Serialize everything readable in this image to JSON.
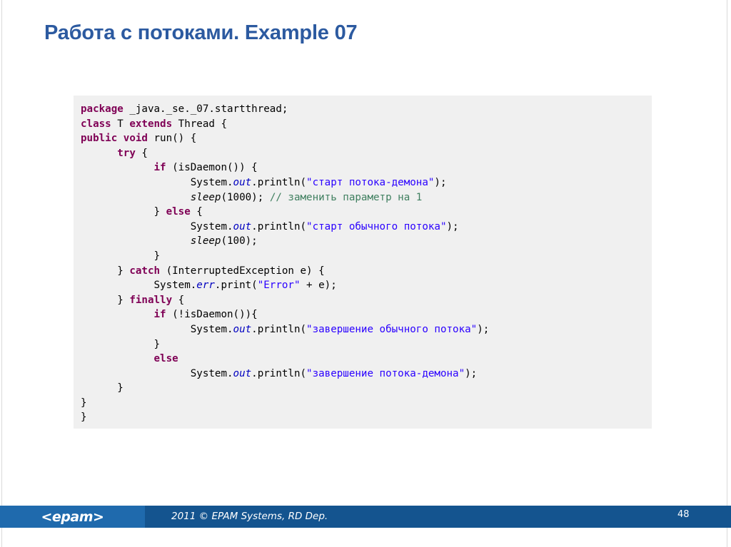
{
  "slide": {
    "title": "Работа с потоками. Example 07",
    "code_lines": [
      [
        {
          "t": "package",
          "c": "kw"
        },
        {
          "t": " _java._se._07.startthread;"
        }
      ],
      [
        {
          "t": "class",
          "c": "kw"
        },
        {
          "t": " T "
        },
        {
          "t": "extends",
          "c": "kw"
        },
        {
          "t": " Thread {"
        }
      ],
      [
        {
          "t": "public",
          "c": "kw"
        },
        {
          "t": " "
        },
        {
          "t": "void",
          "c": "kw"
        },
        {
          "t": " run() {"
        }
      ],
      [
        {
          "t": "\t"
        },
        {
          "t": "try",
          "c": "kw"
        },
        {
          "t": " {"
        }
      ],
      [
        {
          "t": "\t\t"
        },
        {
          "t": "if",
          "c": "kw"
        },
        {
          "t": " (isDaemon()) {"
        }
      ],
      [
        {
          "t": "\t\t\tSystem."
        },
        {
          "t": "out",
          "c": "fld"
        },
        {
          "t": ".println("
        },
        {
          "t": "\"старт потока-демона\"",
          "c": "str"
        },
        {
          "t": ");"
        }
      ],
      [
        {
          "t": "\t\t\t"
        },
        {
          "t": "sleep",
          "c": "it"
        },
        {
          "t": "(1000); "
        },
        {
          "t": "// заменить параметр на 1",
          "c": "cm"
        }
      ],
      [
        {
          "t": "\t\t} "
        },
        {
          "t": "else",
          "c": "kw"
        },
        {
          "t": " {"
        }
      ],
      [
        {
          "t": "\t\t\tSystem."
        },
        {
          "t": "out",
          "c": "fld"
        },
        {
          "t": ".println("
        },
        {
          "t": "\"старт обычного потока\"",
          "c": "str"
        },
        {
          "t": ");"
        }
      ],
      [
        {
          "t": "\t\t\t"
        },
        {
          "t": "sleep",
          "c": "it"
        },
        {
          "t": "(100);"
        }
      ],
      [
        {
          "t": "\t\t}"
        }
      ],
      [
        {
          "t": "\t} "
        },
        {
          "t": "catch",
          "c": "kw"
        },
        {
          "t": " (InterruptedException e) {"
        }
      ],
      [
        {
          "t": "\t\tSystem."
        },
        {
          "t": "err",
          "c": "fld"
        },
        {
          "t": ".print("
        },
        {
          "t": "\"Error\"",
          "c": "str"
        },
        {
          "t": " + e);"
        }
      ],
      [
        {
          "t": "\t} "
        },
        {
          "t": "finally",
          "c": "kw"
        },
        {
          "t": " {"
        }
      ],
      [
        {
          "t": "\t\t"
        },
        {
          "t": "if",
          "c": "kw"
        },
        {
          "t": " (!isDaemon()){"
        }
      ],
      [
        {
          "t": "\t\t\tSystem."
        },
        {
          "t": "out",
          "c": "fld"
        },
        {
          "t": ".println("
        },
        {
          "t": "\"завершение обычного потока\"",
          "c": "str"
        },
        {
          "t": ");"
        }
      ],
      [
        {
          "t": "\t\t}"
        }
      ],
      [
        {
          "t": "\t\t"
        },
        {
          "t": "else",
          "c": "kw"
        }
      ],
      [
        {
          "t": "\t\t\tSystem."
        },
        {
          "t": "out",
          "c": "fld"
        },
        {
          "t": ".println("
        },
        {
          "t": "\"завершение потока-демона\"",
          "c": "str"
        },
        {
          "t": ");"
        }
      ],
      [
        {
          "t": "\t}"
        }
      ],
      [
        {
          "t": "}"
        }
      ],
      [
        {
          "t": "}"
        }
      ]
    ]
  },
  "footer": {
    "logo_text": "<epam>",
    "copyright": "2011 © EPAM Systems, RD Dep.",
    "page_number": "48"
  }
}
